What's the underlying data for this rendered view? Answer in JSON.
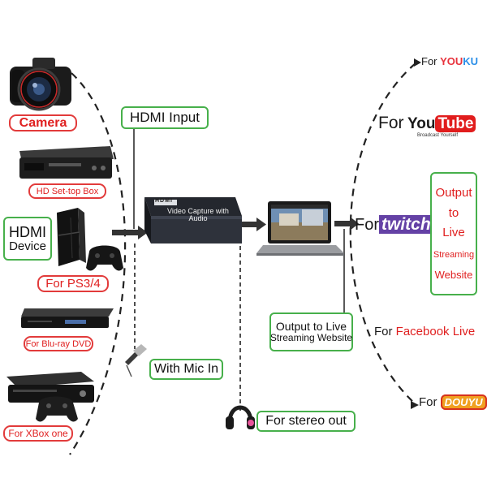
{
  "sources": {
    "camera": "Camera",
    "set_top_box": "HD Set-top Box",
    "hdmi_device": {
      "line1": "HDMI",
      "line2": "Device"
    },
    "ps": "For PS3/4",
    "bluray": "For Blu-ray DVD",
    "xbox": "For XBox one"
  },
  "center": {
    "hdmi_input": "HDMI Input",
    "device_brand": "HDMI",
    "device_title": "Video Capture with Audio",
    "output_label": {
      "line1": "Output to Live",
      "line2": "Streaming Website"
    },
    "mic_in": "With Mic In",
    "stereo_out": "For stereo out"
  },
  "destinations": {
    "for": "For",
    "youku": {
      "logo_you": "YOU",
      "logo_ku": "KU"
    },
    "youtube": {
      "logo_you": "You",
      "logo_tube": "Tube",
      "tagline": "Broadcast Yourself"
    },
    "twitch": {
      "logo": "twitch",
      "side_label": [
        "Output",
        "to",
        "Live",
        "Streaming",
        "Website"
      ]
    },
    "facebook": {
      "name": "Facebook Live"
    },
    "douyu": {
      "logo": "DOUYU"
    }
  },
  "colors": {
    "label_red": "#e02020",
    "box_green": "#47b04b",
    "twitch_purple": "#6441a5",
    "youtube_red": "#e11d1d"
  }
}
